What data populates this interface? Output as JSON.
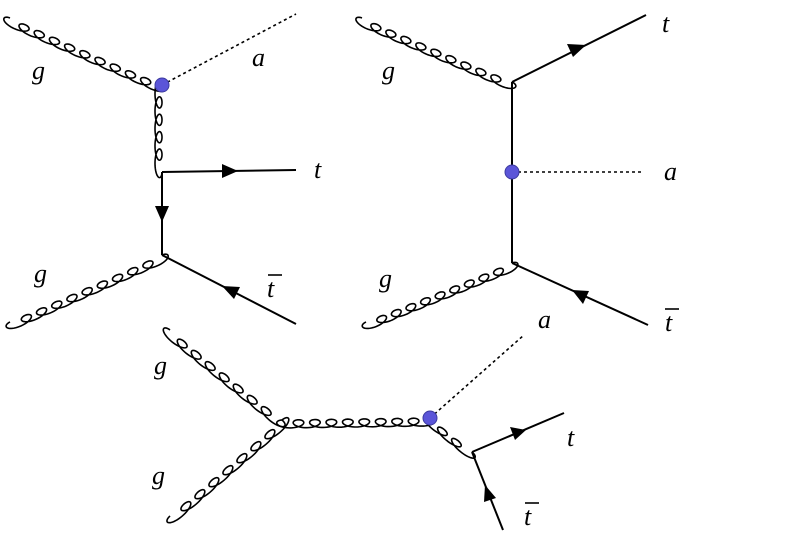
{
  "labels": {
    "gluon": "g",
    "axion": "a",
    "top": "t",
    "antitop": "t"
  },
  "colors": {
    "vertex": "#5b55d8",
    "lines": "#000000"
  }
}
